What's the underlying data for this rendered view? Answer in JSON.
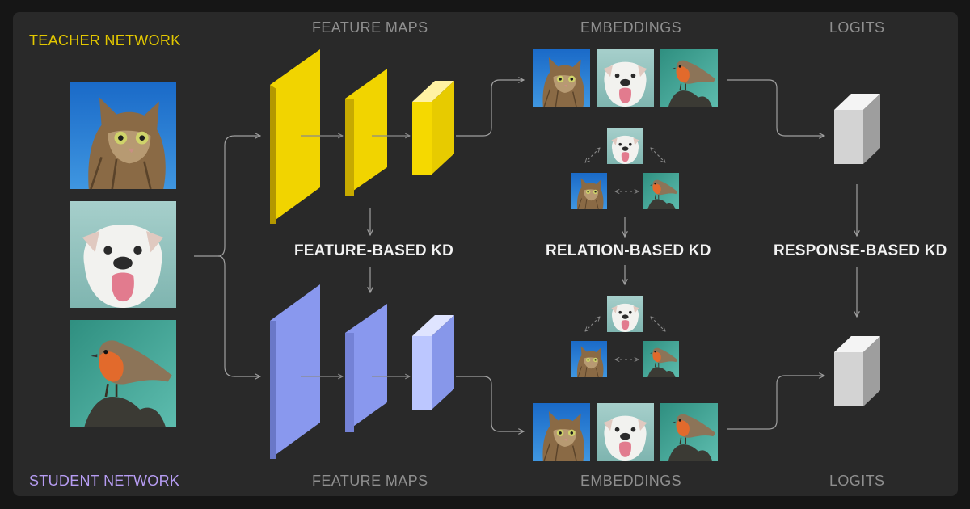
{
  "teacher_label": "TEACHER NETWORK",
  "student_label": "STUDENT NETWORK",
  "columns": {
    "feature_maps": "FEATURE MAPS",
    "embeddings": "EMBEDDINGS",
    "logits": "LOGITS"
  },
  "kd": {
    "feature": "FEATURE-BASED KD",
    "relation": "RELATION-BASED KD",
    "response": "RESPONSE-BASED KD"
  },
  "colors": {
    "background": "#292929",
    "teacher": "#e1c400",
    "student": "#8594e8",
    "logit_box": "#d9d9d9",
    "arrow": "#9a9a9a"
  },
  "images": [
    "cat",
    "bulldog",
    "robin"
  ]
}
